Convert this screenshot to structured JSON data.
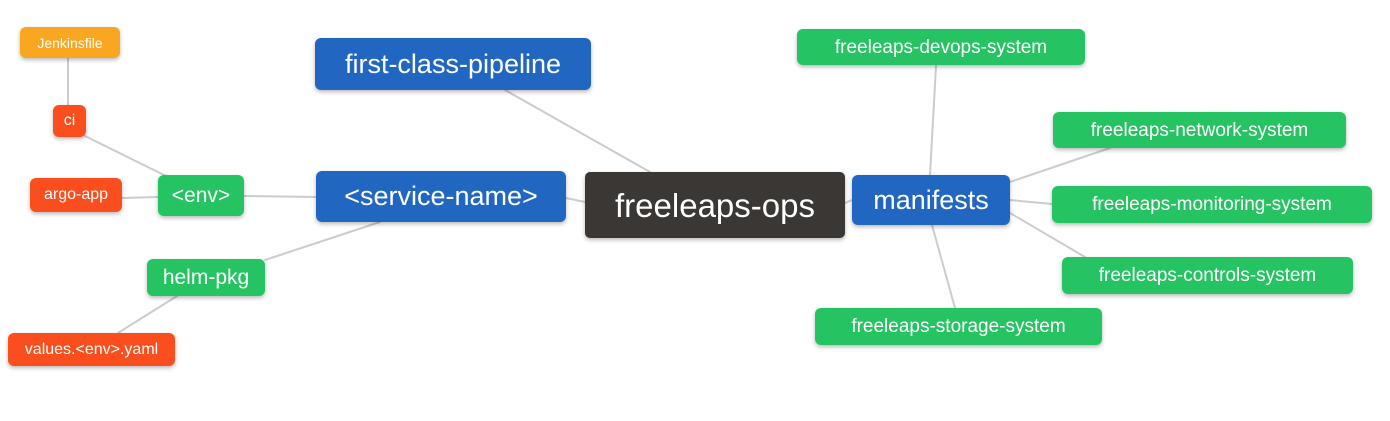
{
  "diagram": {
    "title": "freeleaps-ops mind map",
    "background": "#ffffff",
    "edge_color": "#cccccc",
    "colors": {
      "root": "#3b3734",
      "level1": "#2167c1",
      "level2": "#25c361",
      "level3": "#fa4e1e",
      "level4": "#f9a620",
      "text": "#ffffff"
    },
    "nodes": [
      {
        "id": "jenkinsfile",
        "label": "Jenkinsfile",
        "level": "level4",
        "parent": "ci"
      },
      {
        "id": "ci",
        "label": "ci",
        "level": "level3",
        "parent": "env"
      },
      {
        "id": "argo-app",
        "label": "argo-app",
        "level": "level3",
        "parent": "env"
      },
      {
        "id": "env",
        "label": "<env>",
        "level": "level2",
        "parent": "service-name"
      },
      {
        "id": "helm-pkg",
        "label": "helm-pkg",
        "level": "level2",
        "parent": "service-name"
      },
      {
        "id": "values",
        "label": "values.<env>.yaml",
        "level": "level3",
        "parent": "helm-pkg"
      },
      {
        "id": "first-class-pipeline",
        "label": "first-class-pipeline",
        "level": "level1",
        "parent": "freeleaps-ops"
      },
      {
        "id": "service-name",
        "label": "<service-name>",
        "level": "level1",
        "parent": "freeleaps-ops"
      },
      {
        "id": "freeleaps-ops",
        "label": "freeleaps-ops",
        "level": "root",
        "parent": null
      },
      {
        "id": "manifests",
        "label": "manifests",
        "level": "level1",
        "parent": "freeleaps-ops"
      },
      {
        "id": "devops",
        "label": "freeleaps-devops-system",
        "level": "level2",
        "parent": "manifests"
      },
      {
        "id": "network",
        "label": "freeleaps-network-system",
        "level": "level2",
        "parent": "manifests"
      },
      {
        "id": "monitoring",
        "label": "freeleaps-monitoring-system",
        "level": "level2",
        "parent": "manifests"
      },
      {
        "id": "controls",
        "label": "freeleaps-controls-system",
        "level": "level2",
        "parent": "manifests"
      },
      {
        "id": "storage",
        "label": "freeleaps-storage-system",
        "level": "level2",
        "parent": "manifests"
      }
    ]
  }
}
